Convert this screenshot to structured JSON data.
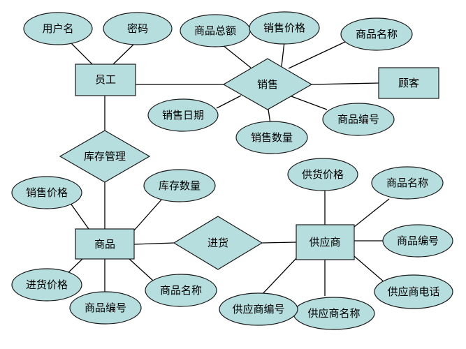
{
  "diagram": {
    "fill_color": "#b7dede",
    "entities": {
      "employee": "员工",
      "customer": "顾客",
      "product": "商品",
      "supplier": "供应商"
    },
    "relationships": {
      "sale": "销售",
      "inventory": "库存管理",
      "purchase": "进货"
    },
    "attributes": {
      "employee_username": "用户名",
      "employee_password": "密码",
      "sale_total": "商品总额",
      "sale_price": "销售价格",
      "sale_product_name": "商品名称",
      "sale_date": "销售日期",
      "sale_quantity": "销售数量",
      "sale_product_no": "商品编号",
      "inventory_quantity": "库存数量",
      "product_sale_price": "销售价格",
      "product_purchase_price": "进货价格",
      "product_no": "商品编号",
      "product_name": "商品名称",
      "supplier_supply_price": "供货价格",
      "supplier_product_name": "商品名称",
      "supplier_product_no": "商品编号",
      "supplier_phone": "供应商电话",
      "supplier_name": "供应商名称",
      "supplier_no": "供应商编号"
    }
  }
}
